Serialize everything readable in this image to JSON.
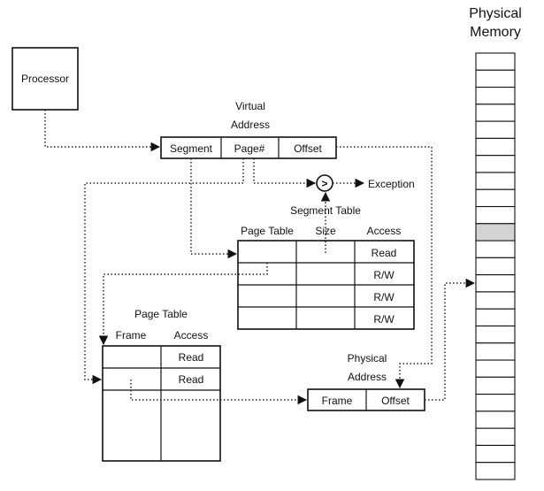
{
  "processor": {
    "label": "Processor"
  },
  "virtual_address": {
    "title_line1": "Virtual",
    "title_line2": "Address",
    "fields": [
      "Segment",
      "Page#",
      "Offset"
    ]
  },
  "comparator": {
    "symbol": ">",
    "exception_label": "Exception"
  },
  "segment_table": {
    "title": "Segment Table",
    "headers": [
      "Page Table",
      "Size",
      "Access"
    ],
    "access_values": [
      "Read",
      "R/W",
      "R/W",
      "R/W"
    ]
  },
  "page_table": {
    "title": "Page Table",
    "headers": [
      "Frame",
      "Access"
    ],
    "access_values": [
      "Read",
      "Read"
    ]
  },
  "physical_address": {
    "title_line1": "Physical",
    "title_line2": "Address",
    "fields": [
      "Frame",
      "Offset"
    ]
  },
  "physical_memory": {
    "title_line1": "Physical",
    "title_line2": "Memory",
    "frame_count": 25,
    "highlighted_frame": 10,
    "highlight_color": "#d3d3d3"
  }
}
